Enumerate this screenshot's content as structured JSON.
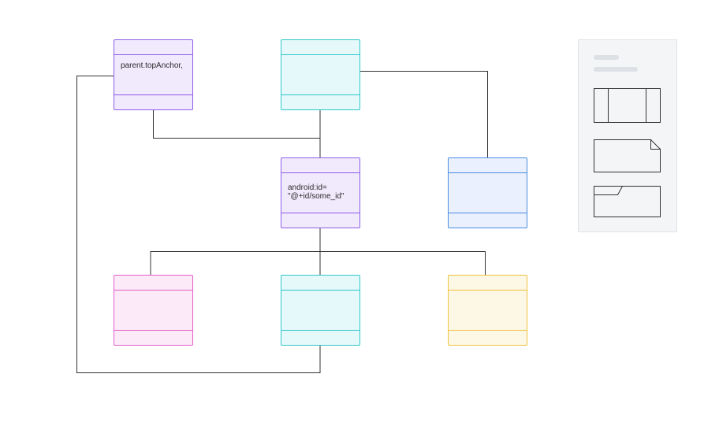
{
  "diagram": {
    "nodes": [
      {
        "id": "node-parent-top-anchor",
        "color": "purple",
        "label": "parent.topAnchor,"
      },
      {
        "id": "node-top-center",
        "color": "cyan",
        "label": ""
      },
      {
        "id": "node-android-id",
        "color": "purple",
        "label": "android:id=\n\"@+id/some_id\""
      },
      {
        "id": "node-right",
        "color": "blue",
        "label": ""
      },
      {
        "id": "node-bottom-left",
        "color": "pink",
        "label": ""
      },
      {
        "id": "node-bottom-center",
        "color": "cyan",
        "label": ""
      },
      {
        "id": "node-bottom-right",
        "color": "yellow",
        "label": ""
      }
    ],
    "edges": [
      {
        "from": "node-parent-top-anchor",
        "to": "node-android-id"
      },
      {
        "from": "node-top-center",
        "to": "node-android-id"
      },
      {
        "from": "node-top-center",
        "to": "node-right"
      },
      {
        "from": "node-android-id",
        "to": "node-bottom-left"
      },
      {
        "from": "node-android-id",
        "to": "node-bottom-center"
      },
      {
        "from": "node-android-id",
        "to": "node-bottom-right"
      },
      {
        "from": "node-parent-top-anchor",
        "to": "node-bottom-center"
      }
    ],
    "colors": {
      "purple": "#8e5ce6",
      "cyan": "#2ec7cb",
      "blue": "#4a8ee0",
      "pink": "#e25ec9",
      "yellow": "#f0c23c",
      "connector": "#333333"
    }
  },
  "legend_panel": {
    "icons": [
      "class-shape-icon",
      "note-shape-icon",
      "package-shape-icon"
    ]
  }
}
